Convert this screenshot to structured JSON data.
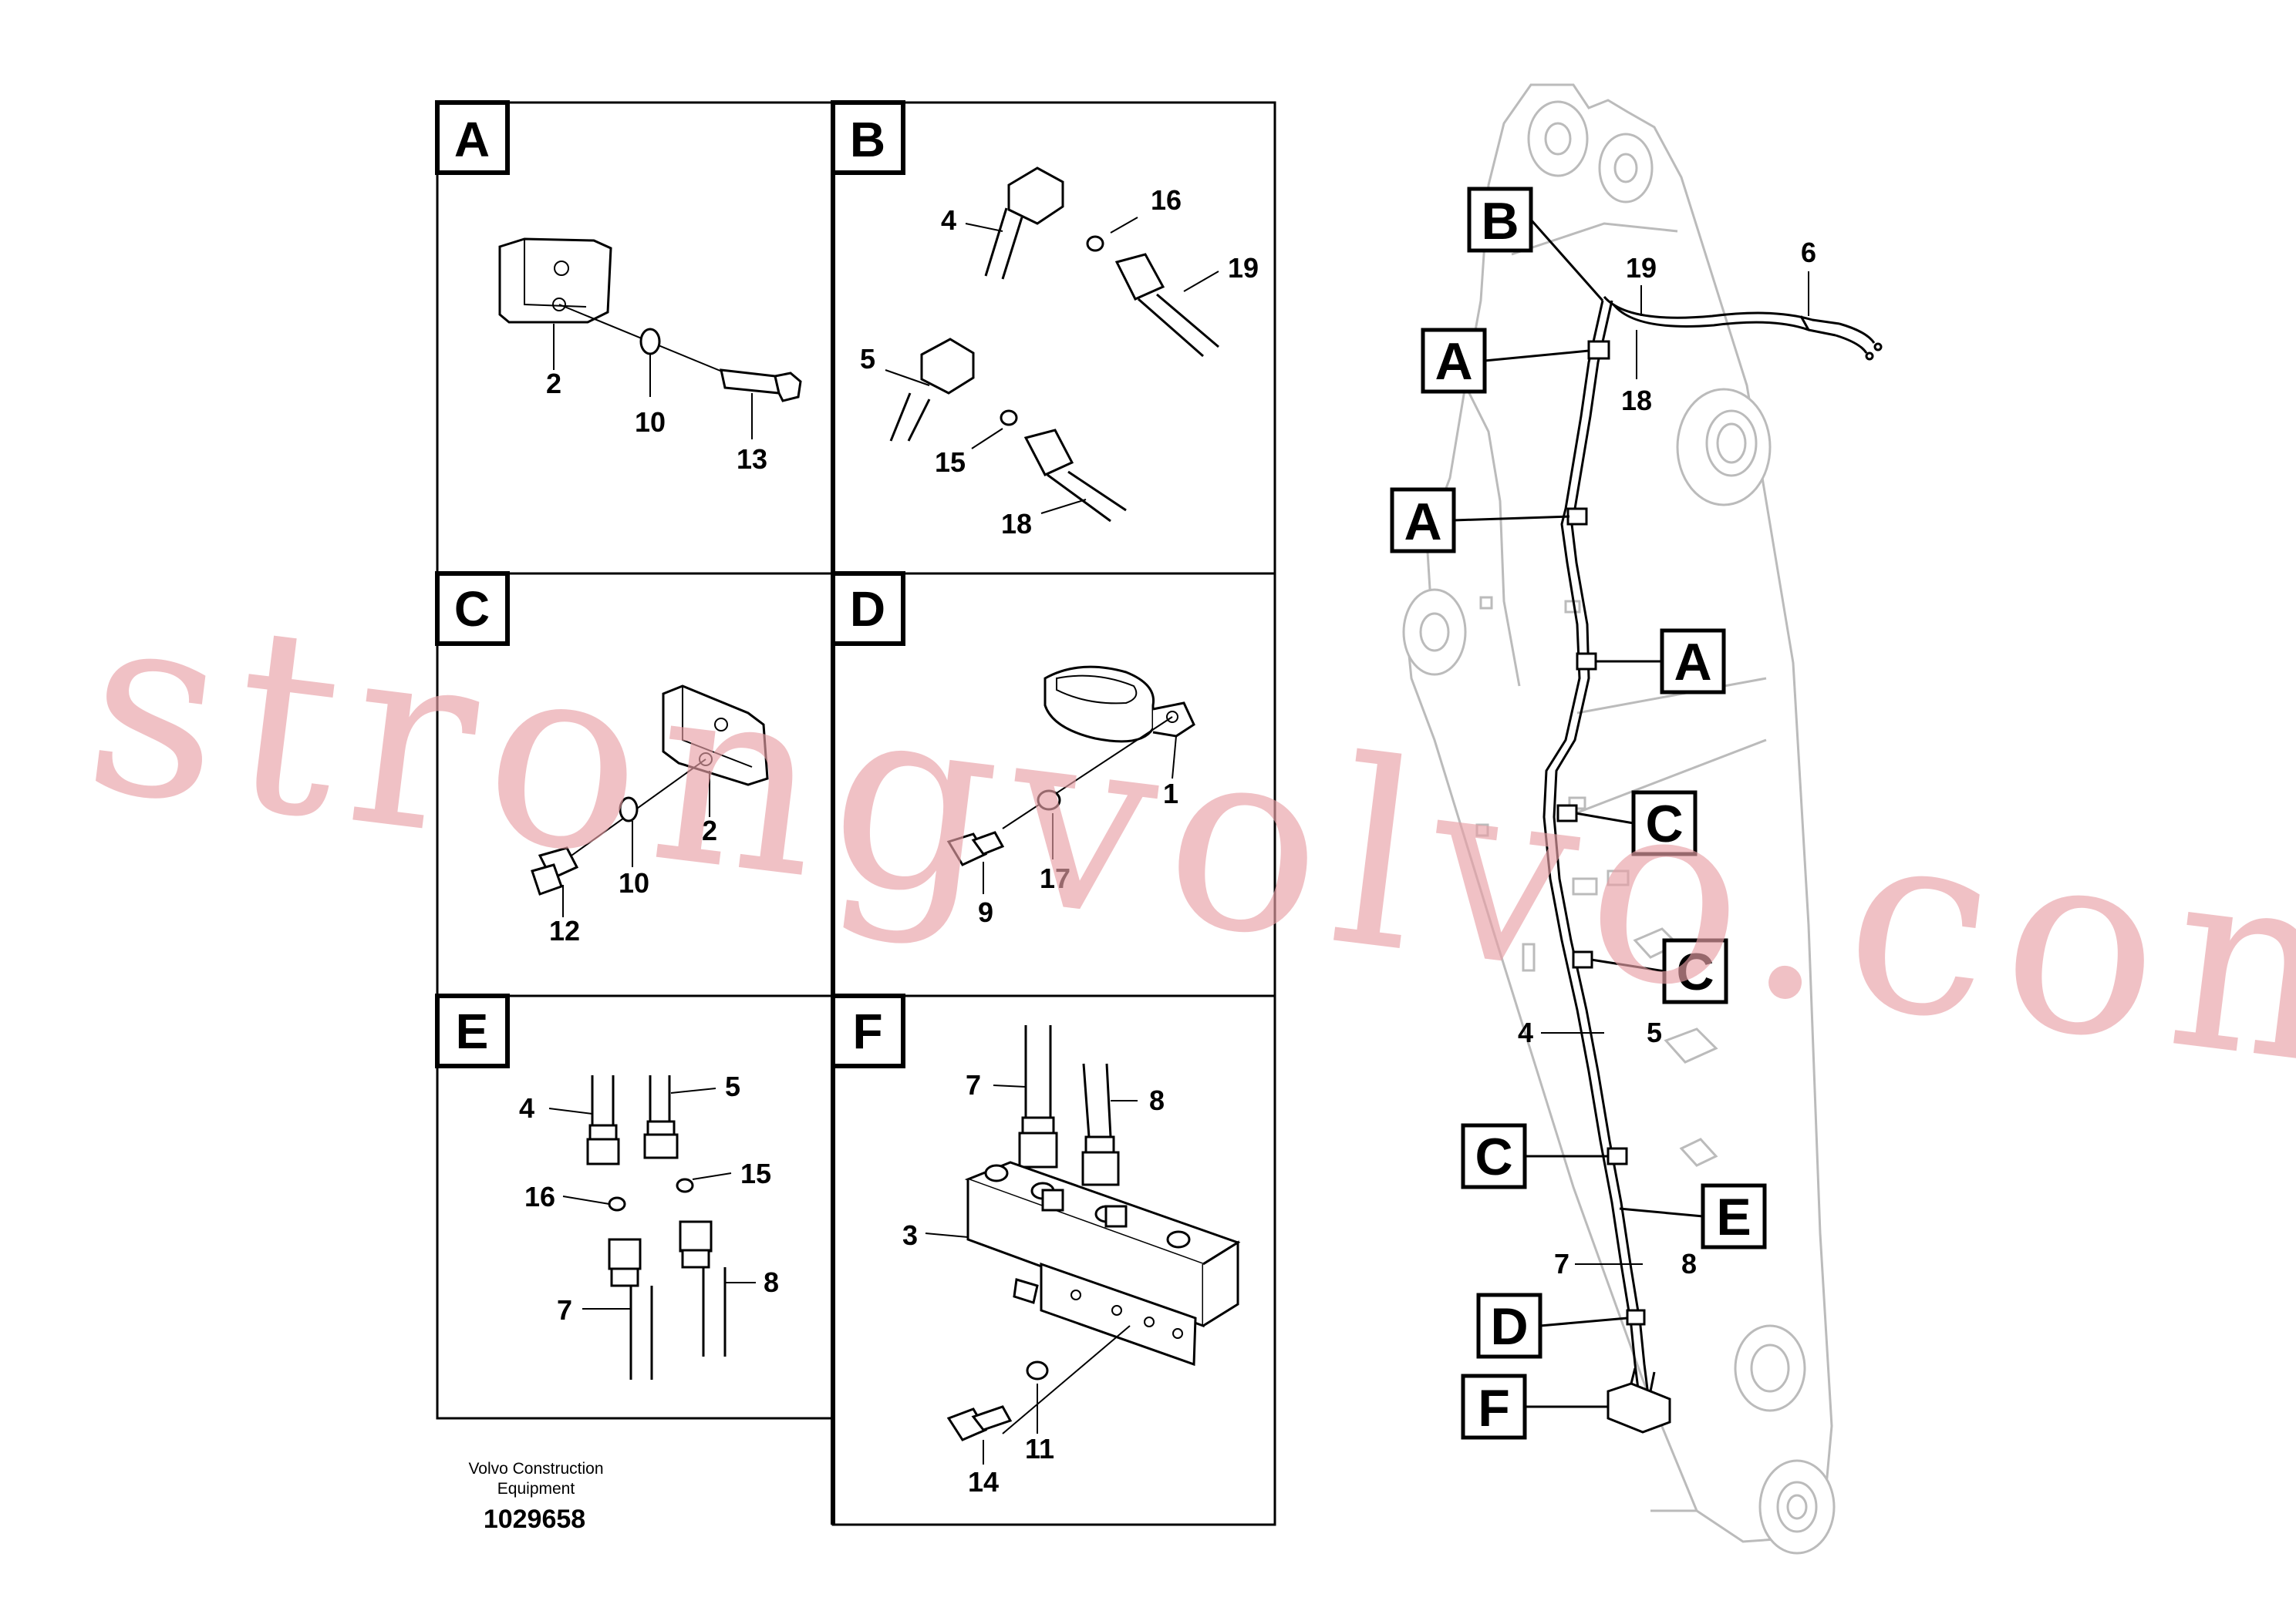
{
  "panels": [
    {
      "letter": "A",
      "labels": [
        "2",
        "10",
        "13"
      ]
    },
    {
      "letter": "B",
      "labels": [
        "4",
        "16",
        "19",
        "5",
        "15",
        "18"
      ]
    },
    {
      "letter": "C",
      "labels": [
        "2",
        "10",
        "12"
      ]
    },
    {
      "letter": "D",
      "labels": [
        "1",
        "17",
        "9"
      ]
    },
    {
      "letter": "E",
      "labels": [
        "4",
        "5",
        "16",
        "15",
        "7",
        "8"
      ]
    },
    {
      "letter": "F",
      "labels": [
        "7",
        "8",
        "3",
        "11",
        "14"
      ]
    }
  ],
  "boom": {
    "callouts": [
      "B",
      "A",
      "A",
      "A",
      "C",
      "C",
      "C",
      "E",
      "D",
      "F"
    ],
    "labels": [
      "19",
      "6",
      "18",
      "4",
      "5",
      "7",
      "8"
    ]
  },
  "footer": {
    "line1": "Volvo Construction",
    "line2": "Equipment",
    "number": "1029658"
  },
  "watermark": "strongvolvo.com",
  "colors": {
    "line": "#000000",
    "watermark": "#e8a0a6",
    "boom_outline": "#bbbbbb"
  }
}
